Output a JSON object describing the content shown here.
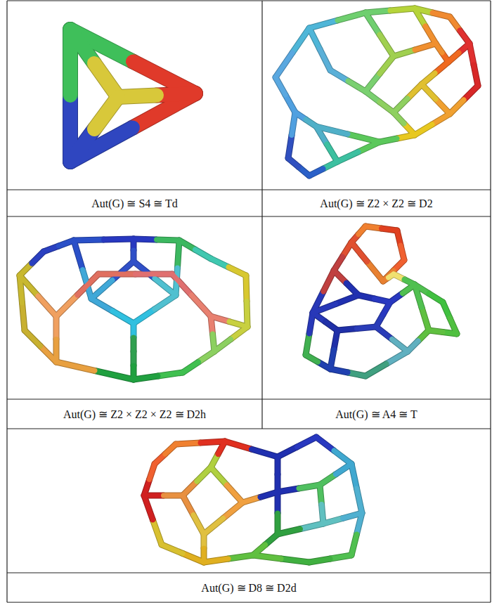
{
  "diagram": {
    "labels": [
      "Aut(G) ≅ S4 ≅ Td",
      "Aut(G) ≅ Z2 × Z2 ≅ D2",
      "Aut(G) ≅ Z2 × Z2 × Z2 ≅ D2h",
      "Aut(G) ≅ A4 ≅ T",
      "Aut(G) ≅ D8 ≅ D2d"
    ]
  }
}
